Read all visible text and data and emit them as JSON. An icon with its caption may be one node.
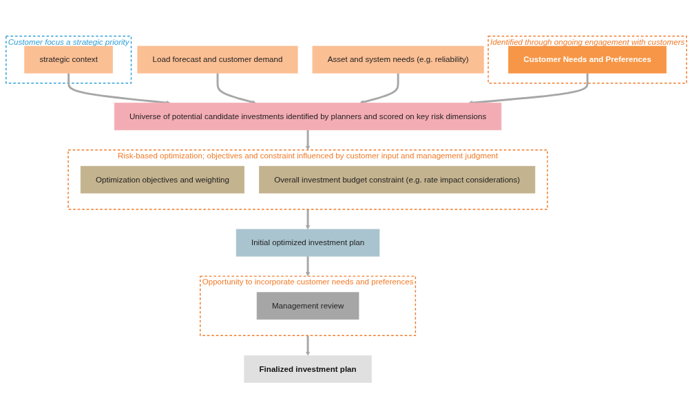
{
  "diagram": {
    "nodes": [
      {
        "text": [
          "Customer focus a strategic priority"
        ]
      },
      {
        "text": [
          "strategic context"
        ],
        "in": 0
      },
      {
        "text": [
          "Load forecast and customer demand"
        ]
      },
      {
        "text": [
          "Asset and system needs (e.g. reliability)"
        ]
      },
      {
        "text": [
          "Identified through ongoing engagement with customers"
        ]
      },
      {
        "text": [
          "Customer Needs and Preferences"
        ],
        "in": 4
      },
      {
        "text": [
          "Universe of potential candidate investments identified by planners and scored on key risk dimensions"
        ]
      },
      {
        "text": [
          "Risk-based optimization; objectives and constraint influenced by customer input and management judgment"
        ]
      },
      {
        "text": [
          "Optimization objectives and weighting"
        ],
        "in": 7
      },
      {
        "text": [
          "Overall investment budget constraint (e.g. rate impact considerations)"
        ],
        "in": 7
      },
      {
        "text": [
          "Initial optimized investment plan"
        ]
      },
      {
        "text": [
          "Opportunity to incorporate customer needs and preferences"
        ]
      },
      {
        "text": [
          "Management review"
        ],
        "in": 11
      },
      {
        "text": [
          "Finalized investment plan"
        ]
      }
    ],
    "edges": [
      {
        "from": 1,
        "to": 6,
        "arrow": "to"
      },
      {
        "from": 2,
        "to": 6,
        "arrow": "to"
      },
      {
        "from": 3,
        "to": 6,
        "arrow": "to"
      },
      {
        "from": 5,
        "to": 6,
        "arrow": "to"
      },
      {
        "from": 6,
        "to": 7,
        "arrow": "to"
      },
      {
        "from": 7,
        "to": 10,
        "arrow": "to"
      },
      {
        "from": 10,
        "to": 11,
        "arrow": "to"
      },
      {
        "from": 11,
        "to": 13,
        "arrow": "to"
      }
    ]
  }
}
